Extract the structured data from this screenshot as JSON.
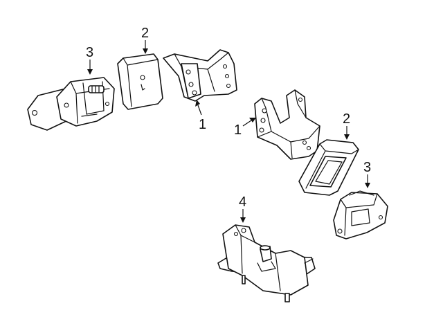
{
  "callouts": [
    {
      "id": "bracket-left",
      "label": "1"
    },
    {
      "id": "bracket-right",
      "label": "1"
    },
    {
      "id": "cushion-left",
      "label": "2"
    },
    {
      "id": "cushion-right",
      "label": "2"
    },
    {
      "id": "insulator-left",
      "label": "3"
    },
    {
      "id": "insulator-right",
      "label": "3"
    },
    {
      "id": "trans-mount",
      "label": "4"
    }
  ]
}
